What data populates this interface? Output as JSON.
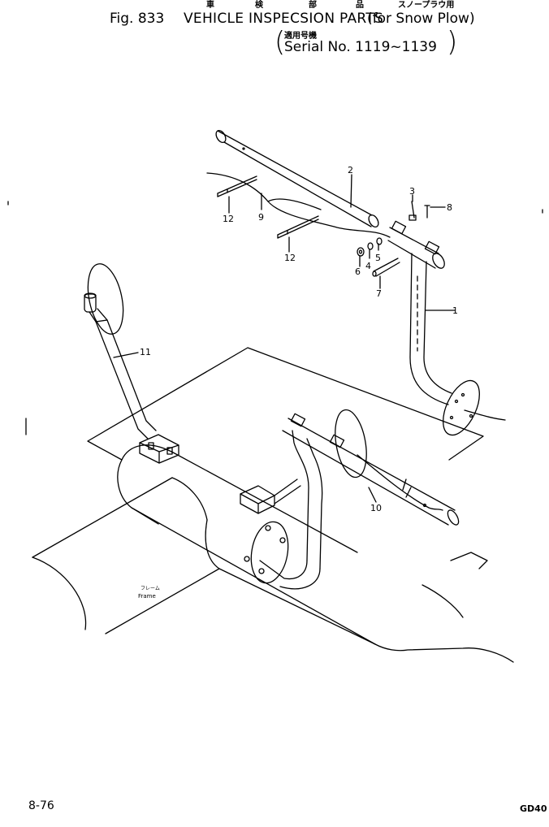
{
  "header": {
    "fig_label": "Fig. 833",
    "title": "VEHICLE INSPECSION PARTS",
    "title_suffix": "(for Snow Plow)",
    "jp_title_parts": [
      "車",
      "検",
      "部",
      "品",
      "スノープラウ用"
    ],
    "jp_serial": "適用号機",
    "serial": "Serial No. 1119~1139"
  },
  "callouts": [
    "1",
    "2",
    "3",
    "4",
    "5",
    "6",
    "7",
    "8",
    "9",
    "10",
    "11",
    "12",
    "12"
  ],
  "frame_label_jp": "フレーム",
  "frame_label": "Frame",
  "footer": {
    "page_number": "8-76",
    "model": "GD40"
  }
}
